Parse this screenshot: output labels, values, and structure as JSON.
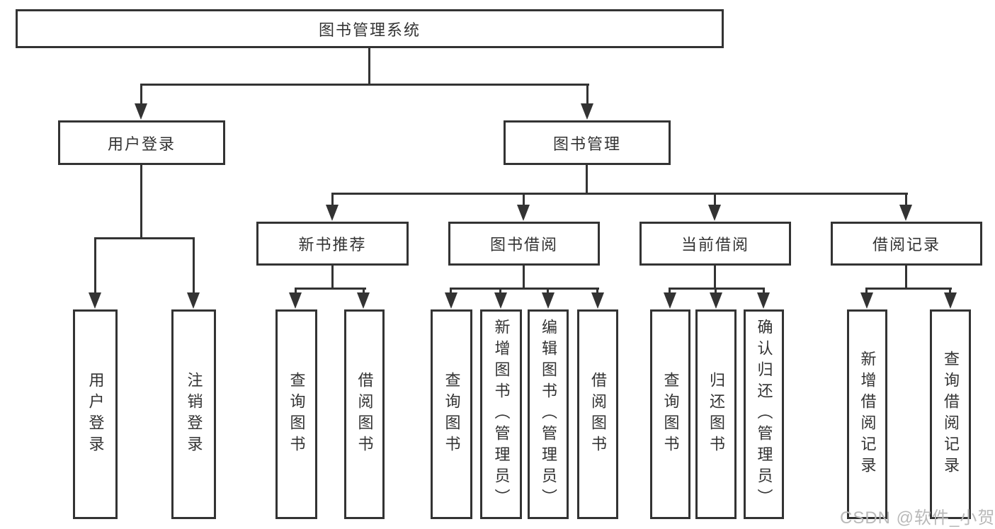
{
  "colors": {
    "line": "#333333",
    "box_border": "#333333",
    "box_fill": "#ffffff",
    "text": "#333333",
    "watermark": "#b9b9b9"
  },
  "tree": {
    "root": {
      "label": "图书管理系统"
    },
    "children": [
      {
        "label": "用户登录",
        "children": [
          {
            "label": "用户登录"
          },
          {
            "label": "注销登录"
          }
        ]
      },
      {
        "label": "图书管理",
        "children": [
          {
            "label": "新书推荐",
            "children": [
              {
                "label": "查询图书"
              },
              {
                "label": "借阅图书"
              }
            ]
          },
          {
            "label": "图书借阅",
            "children": [
              {
                "label": "查询图书"
              },
              {
                "label": "新增图书（管理员）"
              },
              {
                "label": "编辑图书（管理员）"
              },
              {
                "label": "借阅图书"
              }
            ]
          },
          {
            "label": "当前借阅",
            "children": [
              {
                "label": "查询图书"
              },
              {
                "label": "归还图书"
              },
              {
                "label": "确认归还（管理员）"
              }
            ]
          },
          {
            "label": "借阅记录",
            "children": [
              {
                "label": "新增借阅记录"
              },
              {
                "label": "查询借阅记录"
              }
            ]
          }
        ]
      }
    ]
  },
  "watermark": "CSDN @软件_小贺同学"
}
